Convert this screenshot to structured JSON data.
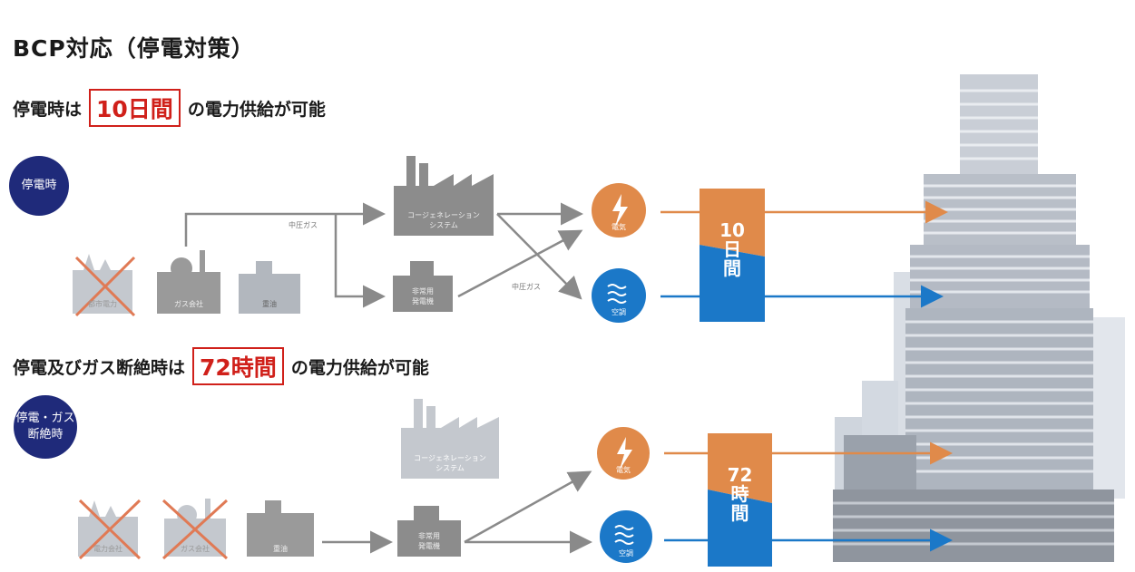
{
  "title": "BCP対応（停電対策）",
  "section1": {
    "before": "停電時は",
    "highlight": "10日間",
    "after": "の電力供給が可能",
    "badge": "停電時",
    "gas_label_top": "中圧ガス",
    "gas_label_mid": "中圧ガス",
    "bar_text": [
      "10",
      "日",
      "間"
    ],
    "sources": [
      "都市電力",
      "ガス会社",
      "重油"
    ],
    "cogeneration": [
      "コージェネレーション",
      "システム"
    ],
    "generator": [
      "非常用",
      "発電機"
    ],
    "outputs": [
      "電気",
      "空調"
    ]
  },
  "section2": {
    "before": "停電及びガス断絶時は",
    "highlight": "72時間",
    "after": "の電力供給が可能",
    "badge": [
      "停電・ガス",
      "断絶時"
    ],
    "bar_text": [
      "72",
      "時",
      "間"
    ],
    "sources": [
      "電力会社",
      "ガス会社",
      "重油"
    ],
    "cogeneration": [
      "コージェネレーション",
      "システム"
    ],
    "generator": [
      "非常用",
      "発電機"
    ],
    "outputs": [
      "電気",
      "空調"
    ]
  },
  "colors": {
    "navy": "#1f2a7a",
    "orange": "#e08a4a",
    "blue": "#1b78c8",
    "red": "#d0201a",
    "gray": "#8a8a8a",
    "lightgray": "#c4c8ce",
    "cross": "#e07a55"
  },
  "icons": [
    "power-plant-icon",
    "gas-plant-icon",
    "oil-tank-icon",
    "factory-icon",
    "generator-icon",
    "lightning-icon",
    "wind-icon",
    "building-icon"
  ]
}
